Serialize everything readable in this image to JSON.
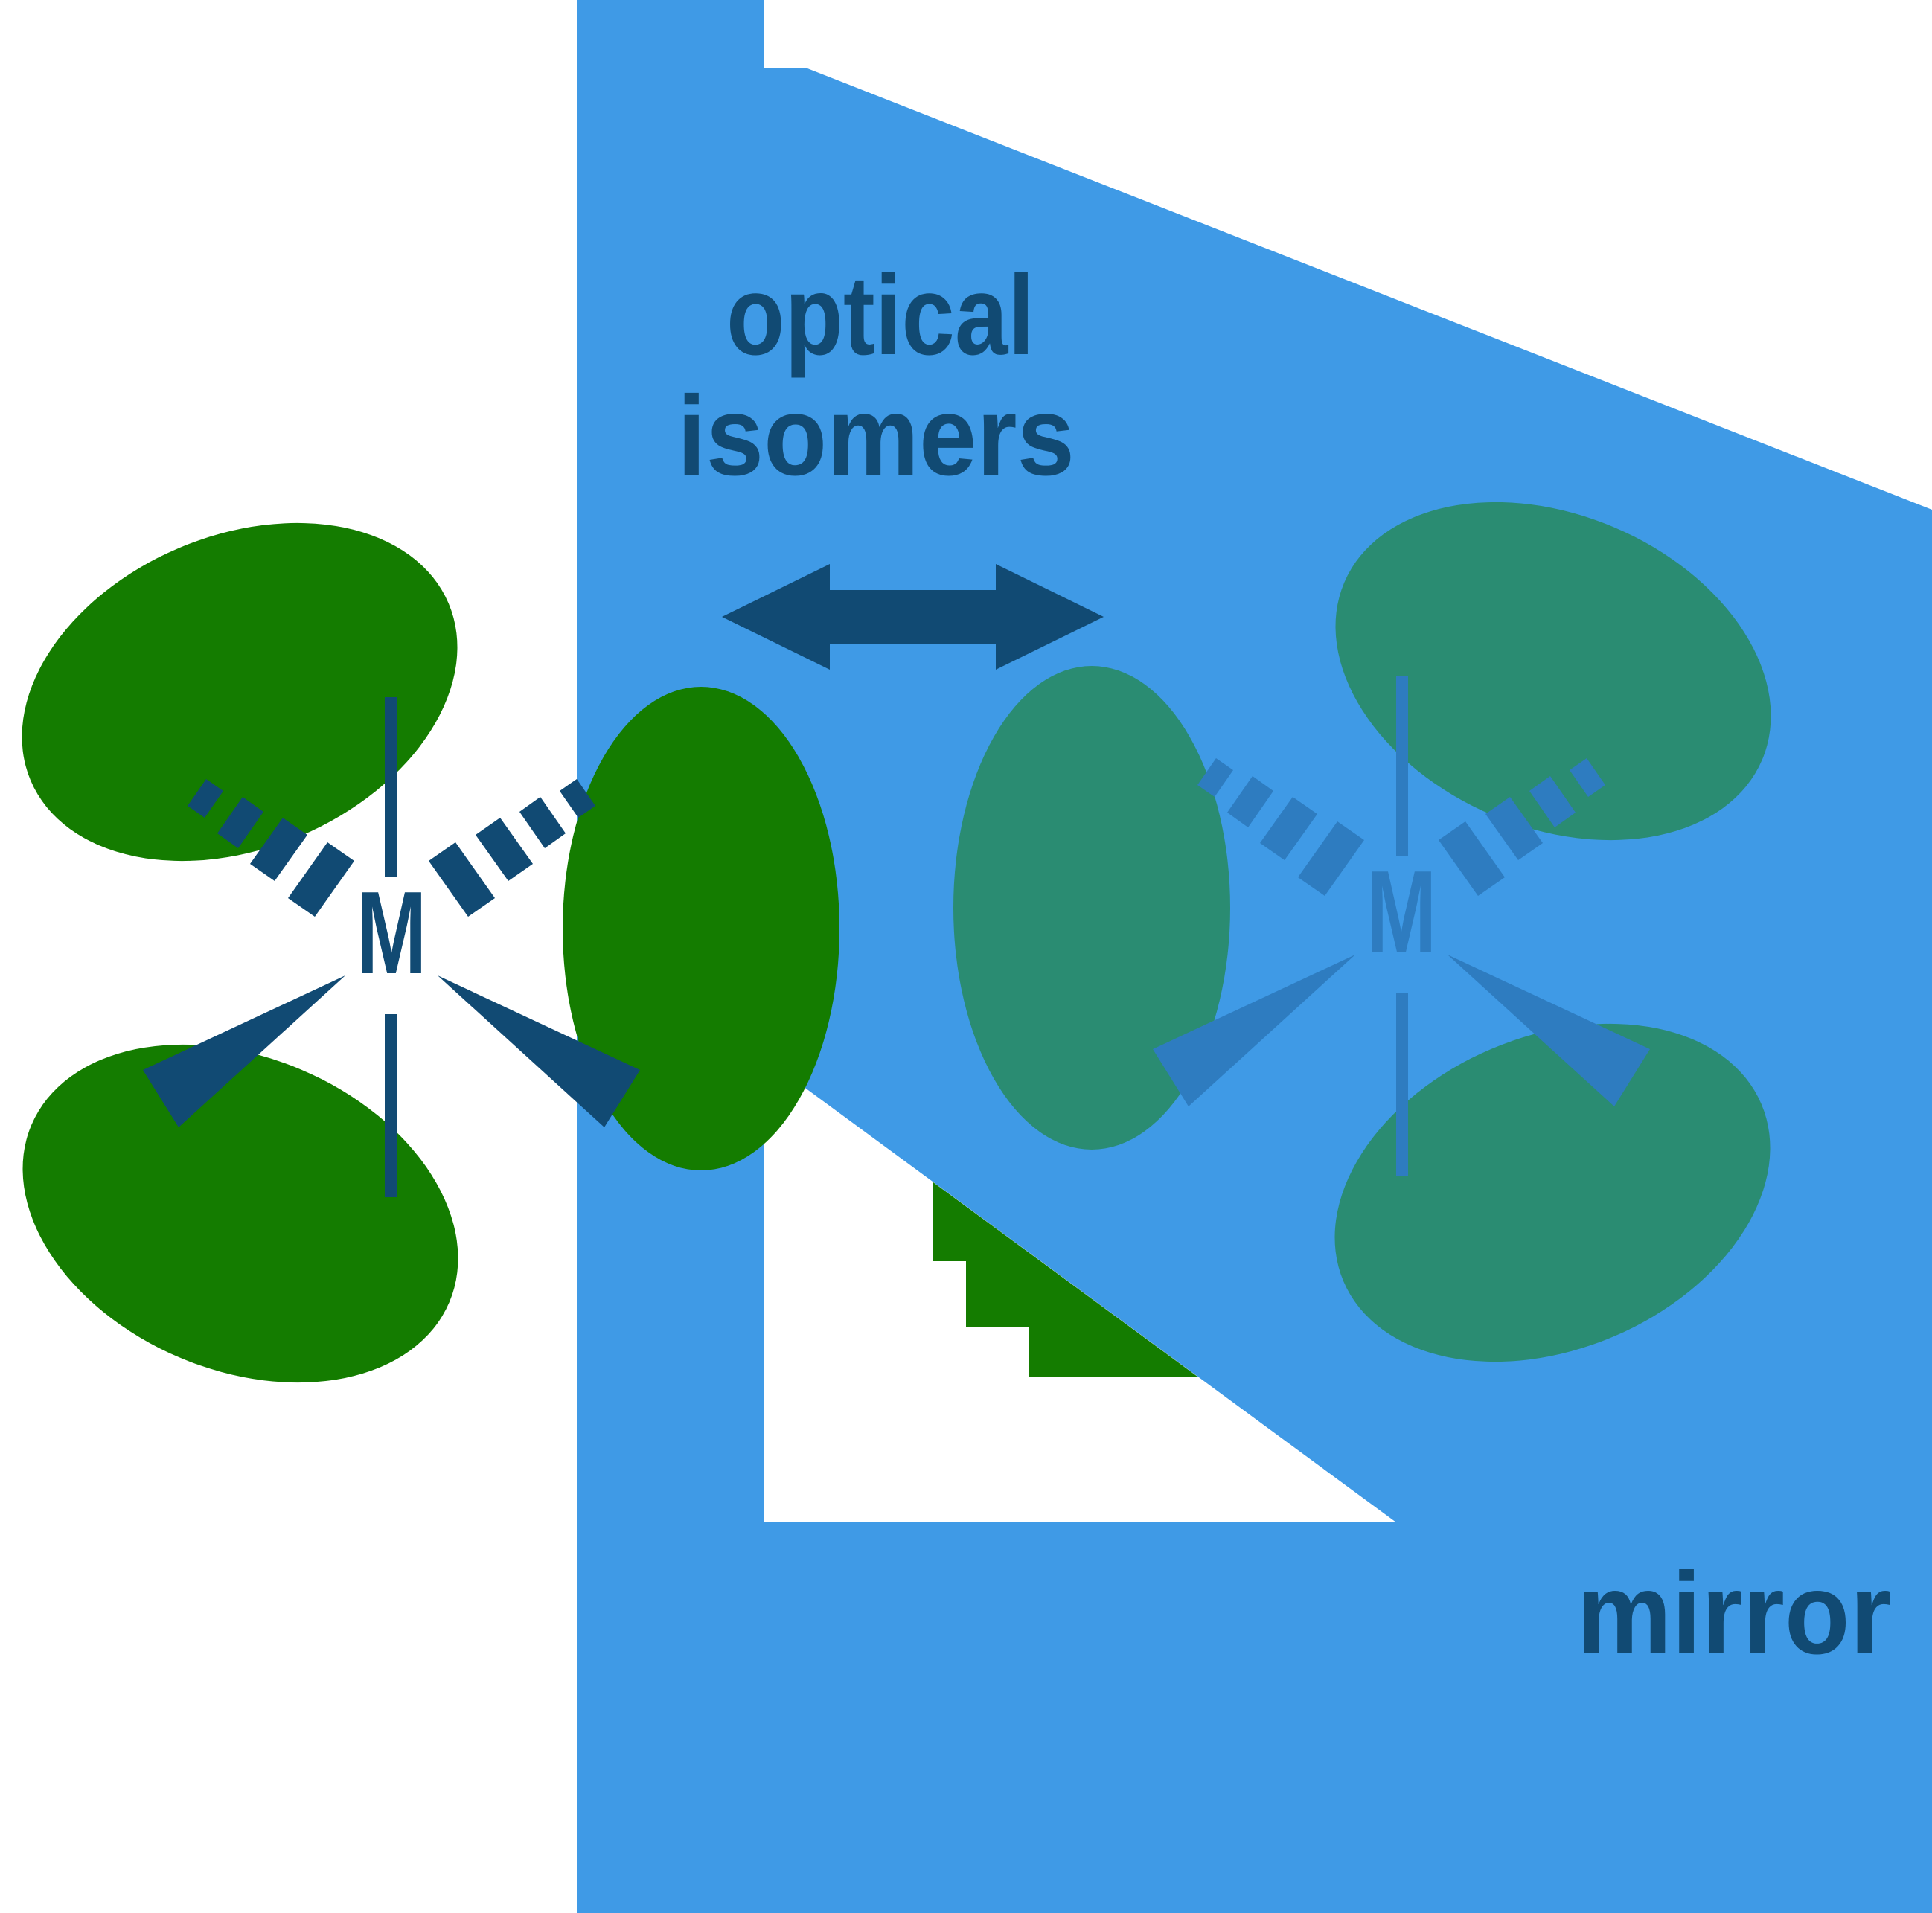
{
  "labels": {
    "relation_line1": "optical",
    "relation_line2": "isomers",
    "mirror_label": "mirror",
    "metal_center": "M",
    "metal_center_reflection": "M"
  },
  "icons": {
    "equivalence_arrow": "left-right-double-arrow-icon"
  },
  "colors": {
    "background": "#ffffff",
    "mirror_blue": "#3f9ae6",
    "bond_navy": "#114a73",
    "ligand_green": "#147c00",
    "reflected_ligand_teal": "#2a8c72",
    "reflected_bond_blue": "#2e7cc0"
  }
}
